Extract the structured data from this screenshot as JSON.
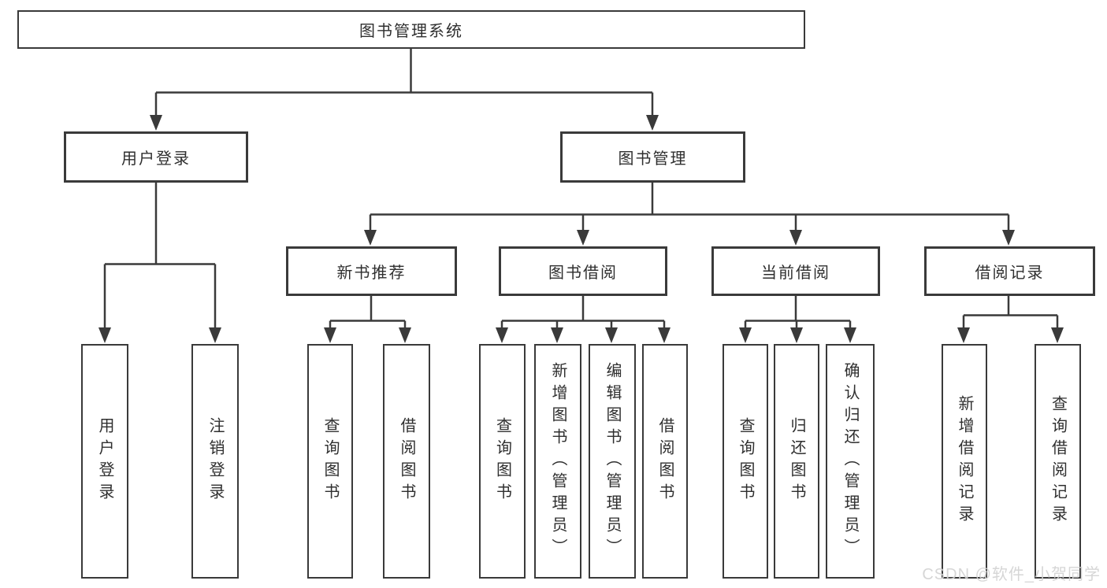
{
  "diagram": {
    "title": "图书管理系统",
    "root": {
      "label": "图书管理系统"
    },
    "level2": [
      {
        "id": "user-login",
        "label": "用户登录"
      },
      {
        "id": "book-management",
        "label": "图书管理"
      }
    ],
    "level3": [
      {
        "id": "new-book-recommendation",
        "label": "新书推荐"
      },
      {
        "id": "book-borrowing",
        "label": "图书借阅"
      },
      {
        "id": "current-borrowing",
        "label": "当前借阅"
      },
      {
        "id": "borrowing-records",
        "label": "借阅记录"
      }
    ],
    "leaves": {
      "user_login": [
        {
          "label": "用户登录"
        },
        {
          "label": "注销登录"
        }
      ],
      "new_book_recommendation": [
        {
          "label": "查询图书"
        },
        {
          "label": "借阅图书"
        }
      ],
      "book_borrowing": [
        {
          "label": "查询图书"
        },
        {
          "label": "新增图书（管理员）"
        },
        {
          "label": "编辑图书（管理员）"
        },
        {
          "label": "借阅图书"
        }
      ],
      "current_borrowing": [
        {
          "label": "查询图书"
        },
        {
          "label": "归还图书"
        },
        {
          "label": "确认归还（管理员）"
        }
      ],
      "borrowing_records": [
        {
          "label": "新增借阅记录"
        },
        {
          "label": "查询借阅记录"
        }
      ]
    }
  },
  "watermark": {
    "text": "CSDN @软件_小贺同学"
  },
  "colors": {
    "line": "#3a3a3a",
    "box_border": "#3a3a3a",
    "text": "#2f2f2f",
    "background": "#ffffff",
    "watermark": "#d2d2d2"
  }
}
